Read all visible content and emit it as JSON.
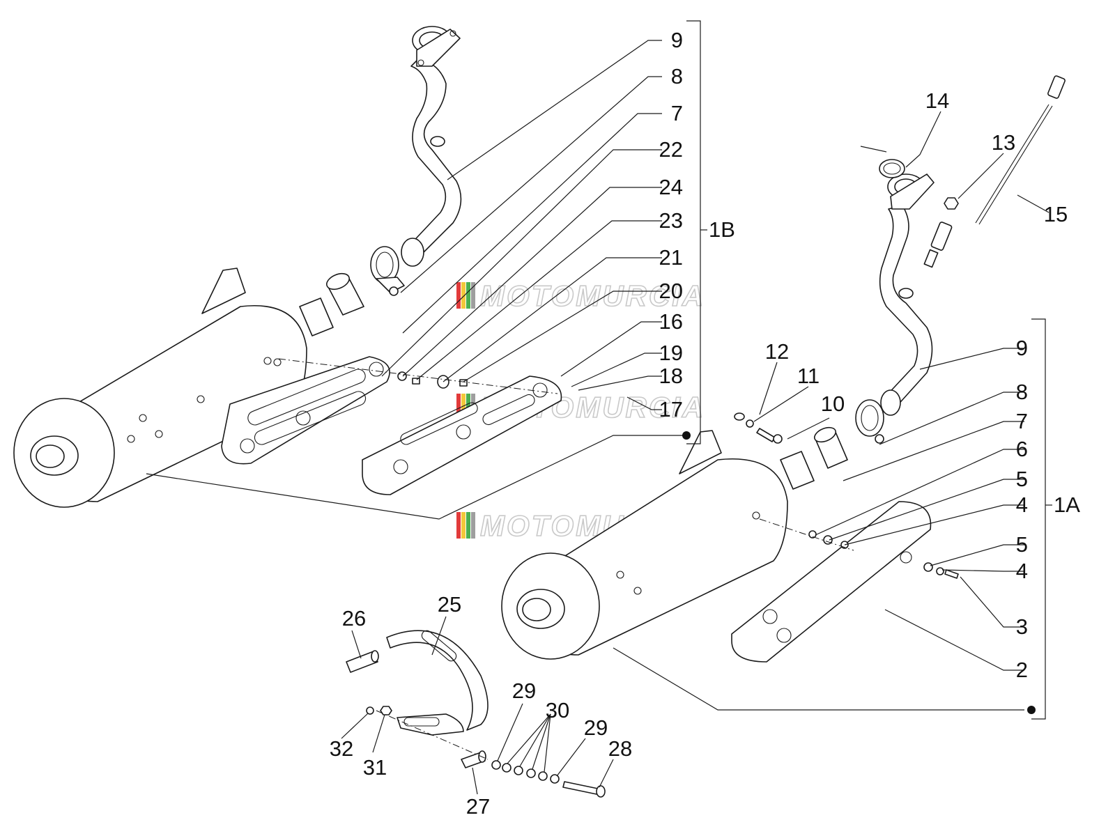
{
  "figure": {
    "background": "#ffffff",
    "line_color": "#1a1a1a"
  },
  "watermark": {
    "text": "MOTOMURCIA",
    "stripe_colors": [
      "#e23b3b",
      "#f3c83a",
      "#4caf50",
      "#9e9e9e"
    ],
    "text_color": "#c9c9c9"
  },
  "callouts_1b": {
    "group_label": "1B",
    "items": [
      "9",
      "8",
      "7",
      "22",
      "24",
      "23",
      "21",
      "20",
      "16",
      "19",
      "18",
      "17"
    ]
  },
  "callouts_1a": {
    "group_label": "1A",
    "items": [
      "9",
      "8",
      "7",
      "6",
      "5",
      "4",
      "5",
      "4",
      "3",
      "2"
    ]
  },
  "callouts_top_right": [
    "14",
    "13",
    "15",
    "12",
    "11",
    "10"
  ],
  "callouts_bracket": [
    "26",
    "25",
    "29",
    "30",
    "29",
    "28",
    "32",
    "31",
    "27"
  ]
}
